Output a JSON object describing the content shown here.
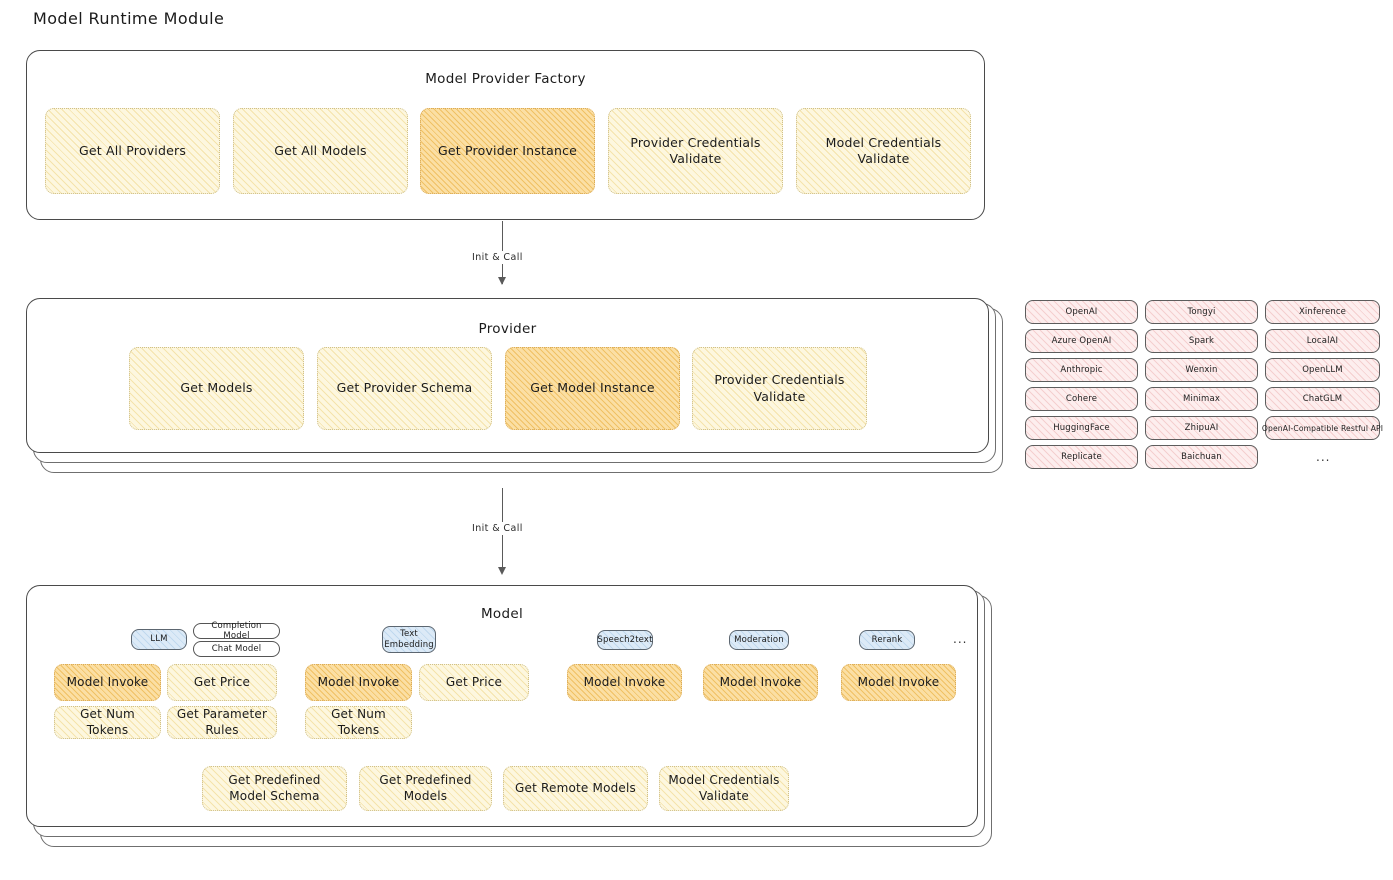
{
  "page": {
    "title": "Model Runtime Module"
  },
  "factory": {
    "title": "Model Provider Factory",
    "items": [
      {
        "label": "Get All Providers",
        "highlight": false
      },
      {
        "label": "Get All Models",
        "highlight": false
      },
      {
        "label": "Get Provider Instance",
        "highlight": true
      },
      {
        "label": "Provider Credentials Validate",
        "highlight": false
      },
      {
        "label": "Model Credentials Validate",
        "highlight": false
      }
    ]
  },
  "arrows": [
    {
      "label": "Init & Call"
    },
    {
      "label": "Init & Call"
    }
  ],
  "provider": {
    "title": "Provider",
    "items": [
      {
        "label": "Get Models",
        "highlight": false
      },
      {
        "label": "Get Provider Schema",
        "highlight": false
      },
      {
        "label": "Get Model Instance",
        "highlight": true
      },
      {
        "label": "Provider Credentials Validate",
        "highlight": false
      }
    ]
  },
  "provider_list": {
    "columns": [
      [
        "OpenAI",
        "Azure OpenAI",
        "Anthropic",
        "Cohere",
        "HuggingFace",
        "Replicate"
      ],
      [
        "Tongyi",
        "Spark",
        "Wenxin",
        "Minimax",
        "ZhipuAI",
        "Baichuan"
      ],
      [
        "Xinference",
        "LocalAI",
        "OpenLLM",
        "ChatGLM",
        "OpenAI-Compatible Restful API"
      ]
    ],
    "more": "..."
  },
  "model": {
    "title": "Model",
    "more": "...",
    "types": [
      {
        "badge": "LLM",
        "sub_badges": [
          "Completion Model",
          "Chat Model"
        ],
        "methods": [
          {
            "label": "Model Invoke",
            "highlight": true
          },
          {
            "label": "Get Price",
            "highlight": false
          },
          {
            "label": "Get Num Tokens",
            "highlight": false
          },
          {
            "label": "Get Parameter Rules",
            "highlight": false
          }
        ]
      },
      {
        "badge": "Text Embedding",
        "sub_badges": [],
        "methods": [
          {
            "label": "Model Invoke",
            "highlight": true
          },
          {
            "label": "Get Price",
            "highlight": false
          },
          {
            "label": "Get Num Tokens",
            "highlight": false
          }
        ]
      },
      {
        "badge": "Speech2text",
        "sub_badges": [],
        "methods": [
          {
            "label": "Model Invoke",
            "highlight": true
          }
        ]
      },
      {
        "badge": "Moderation",
        "sub_badges": [],
        "methods": [
          {
            "label": "Model Invoke",
            "highlight": true
          }
        ]
      },
      {
        "badge": "Rerank",
        "sub_badges": [],
        "methods": [
          {
            "label": "Model Invoke",
            "highlight": true
          }
        ]
      }
    ],
    "shared_methods": [
      {
        "label": "Get Predefined Model Schema"
      },
      {
        "label": "Get Predefined Models"
      },
      {
        "label": "Get Remote Models"
      },
      {
        "label": "Model Credentials Validate"
      }
    ]
  }
}
